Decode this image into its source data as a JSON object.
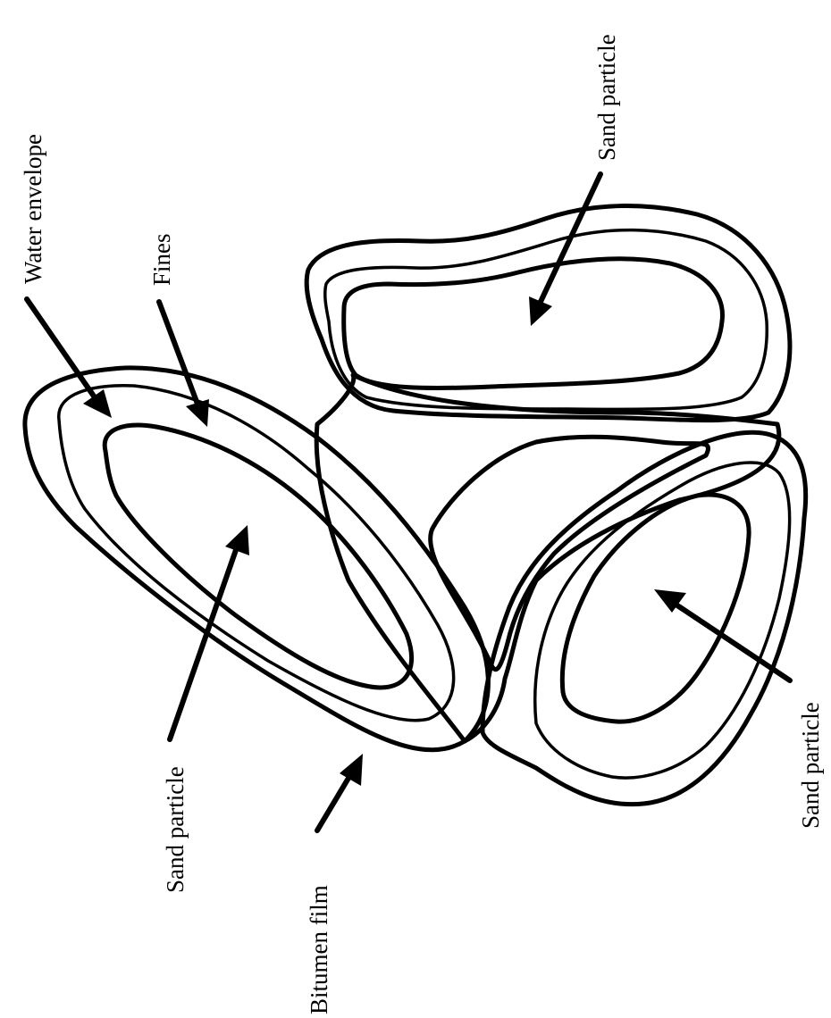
{
  "labels": {
    "water_envelope": "Water envelope",
    "fines": "Fines",
    "sand_particle_top": "Sand particle",
    "sand_particle_left": "Sand particle",
    "sand_particle_right": "Sand particle",
    "bitumen_film": "Bitumen film"
  },
  "colors": {
    "ink": "#000000",
    "background": "#ffffff"
  }
}
